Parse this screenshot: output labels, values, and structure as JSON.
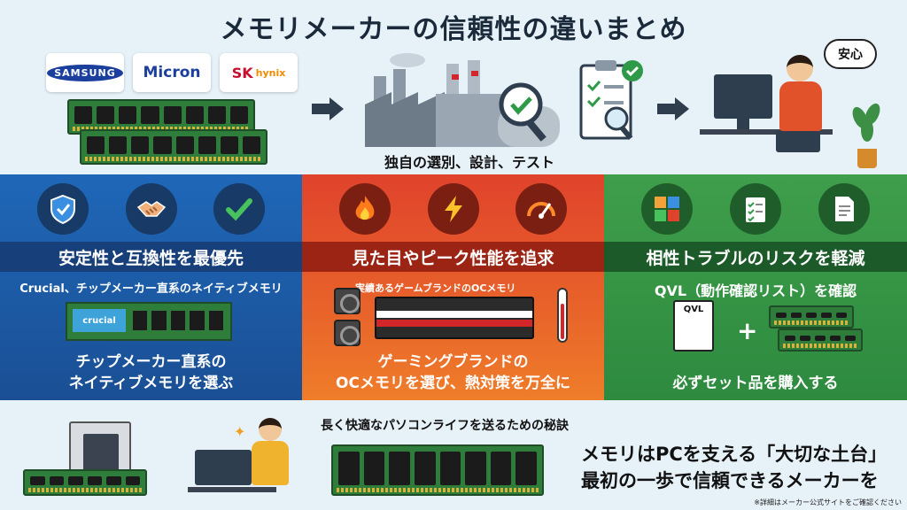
{
  "title": "メモリメーカーの信頼性の違いまとめ",
  "logos": {
    "samsung": "SAMSUNG",
    "micron": "Micron",
    "skhynix_sk": "SK",
    "skhynix_hynix": "hynix"
  },
  "flow": {
    "factory_caption": "独自の選別、設計、テスト",
    "bubble": "安心"
  },
  "panels": {
    "blue": {
      "heading": "安定性と互換性を最優先",
      "sub": "Crucial、チップメーカー直系のネイティブメモリ",
      "ram_label": "crucial",
      "bottom_line1": "チップメーカー直系の",
      "bottom_line2": "ネイティブメモリを選ぶ",
      "icons": [
        "shield-check-icon",
        "handshake-icon",
        "checkmark-icon"
      ]
    },
    "red": {
      "heading": "見た目やピーク性能を追求",
      "sub": "実績あるゲームブランドのOCメモリ",
      "bottom_line1": "ゲーミングブランドの",
      "bottom_line2": "OCメモリを選び、熱対策を万全に",
      "icons": [
        "flame-icon",
        "lightning-icon",
        "speedometer-icon"
      ]
    },
    "green": {
      "heading": "相性トラブルのリスクを軽減",
      "sub": "QVL（動作確認リスト）を確認",
      "qvl_label": "QVL",
      "plus": "+",
      "bottom_line1": "必ずセット品を購入する",
      "icons": [
        "puzzle-icon",
        "checklist-icon",
        "document-icon"
      ]
    }
  },
  "bottom": {
    "caption": "長く快適なパソコンライフを送るための秘訣",
    "line1": "メモリはPCを支える「大切な土台」",
    "line2": "最初の一歩で信頼できるメーカーを",
    "footnote": "※詳細はメーカー公式サイトをご確認ください"
  },
  "colors": {
    "blue": "#1f67b8",
    "red": "#e0432c",
    "green": "#3f9e4b",
    "ram_green": "#2e7d3b"
  }
}
